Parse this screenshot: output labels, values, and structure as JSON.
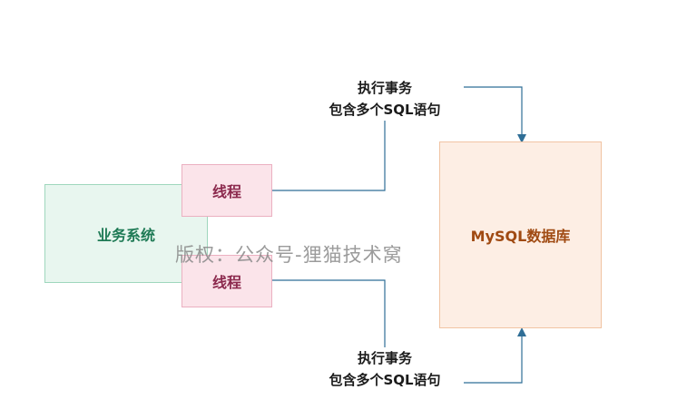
{
  "diagram": {
    "business_system": "业务系统",
    "thread_top": "线程",
    "thread_bottom": "线程",
    "database": "MySQL数据库",
    "top_label": {
      "line1": "执行事务",
      "line2": "包含多个SQL语句"
    },
    "bottom_label": {
      "line1": "执行事务",
      "line2": "包含多个SQL语句"
    }
  },
  "watermark": "版权：公众号-狸猫技术窝",
  "colors": {
    "connector": "#2f6e96",
    "system_fill": "#e8f6ef",
    "thread_fill": "#fbe4ea",
    "database_fill": "#fdeee4"
  }
}
